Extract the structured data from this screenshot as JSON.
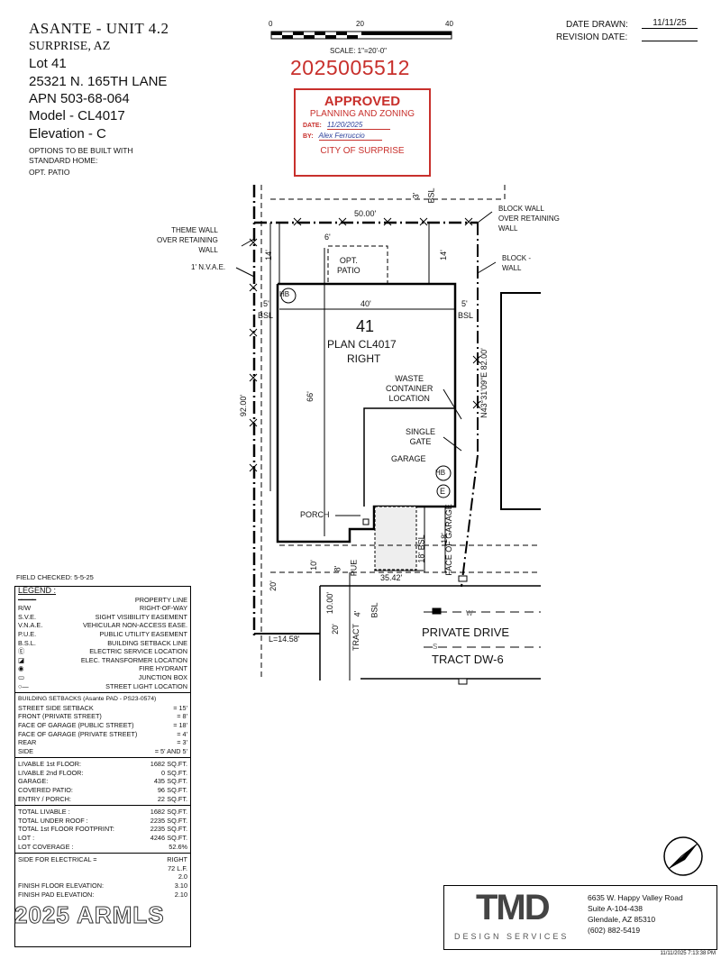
{
  "header": {
    "title": "ASANTE - UNIT 4.2",
    "city": "SURPRISE, AZ",
    "lot": "Lot  41",
    "address": "25321 N. 165TH LANE",
    "apn": "APN  503-68-064",
    "model": "Model - CL4017",
    "elevation": "Elevation - C",
    "options_line1": "OPTIONS TO BE BUILT WITH",
    "options_line2": "STANDARD HOME:",
    "options_line3": "OPT.  PATIO"
  },
  "meta": {
    "date_drawn_label": "DATE DRAWN:",
    "date_drawn_value": "11/11/25",
    "revision_label": "REVISION DATE:",
    "revision_value": ""
  },
  "scale": {
    "ticks": [
      "0",
      "20",
      "40"
    ],
    "label": "SCALE:  1\"=20'-0\""
  },
  "permit_number": "2025005512",
  "stamp": {
    "approved": "APPROVED",
    "dept": "PLANNING AND ZONING",
    "date_label": "DATE:",
    "date_value": "11/20/2025",
    "by_label": "BY:",
    "by_value": "Alex Ferruccio",
    "city": "CITY OF SURPRISE"
  },
  "plan": {
    "lot_number": "41",
    "plan_name": "PLAN CL4017",
    "orientation": "RIGHT",
    "top_width": "50.00'",
    "house_width": "40'",
    "house_depth": "66'",
    "side_depth": "92.00'",
    "right_bearing": "N43°31'09\"E 82.00'",
    "rear_setback_top": "3'",
    "rear_bsl": "BSL",
    "left_14": "14'",
    "right_14": "14'",
    "patio_6": "6'",
    "opt_patio": "OPT.\nPATIO",
    "left_5": "5'",
    "right_5": "5'",
    "bsl_left": "BSL",
    "bsl_right": "BSL",
    "hb": "HB",
    "e": "E",
    "waste": "WASTE\nCONTAINER\nLOCATION",
    "single_gate": "SINGLE\nGATE",
    "garage": "GARAGE",
    "porch": "PORCH",
    "theme_wall": "THEME WALL\nOVER RETAINING\nWALL",
    "nvae": "1' N.V.A.E.",
    "block_wall_retaining": "BLOCK WALL\nOVER RETAINING\nWALL",
    "block_wall": "BLOCK -\nWALL",
    "front_10": "10'",
    "front_8": "8'",
    "pue": "PUE",
    "bsl18": "18' BSL",
    "face_garage": "FACE OF GARAGE",
    "dim_18": "18'",
    "dim_3542": "35.42'",
    "dim_20": "20'",
    "dim_1000": "10.00'",
    "dim_4": "4'",
    "bsl_front": "BSL",
    "dim_20b": "20'",
    "tract": "TRACT",
    "curve": "L=14.58'",
    "private_drive": "PRIVATE DRIVE",
    "tract_dw": "TRACT DW-6",
    "w": "W",
    "s": "S"
  },
  "field_checked": "FIELD CHECKED: 5-5-25",
  "legend": {
    "title": "LEGEND :",
    "items": [
      {
        "abbr": "",
        "desc": "PROPERTY LINE"
      },
      {
        "abbr": "R/W",
        "desc": "RIGHT-OF-WAY"
      },
      {
        "abbr": "S.V.E.",
        "desc": "SIGHT VISIBILITY EASEMENT"
      },
      {
        "abbr": "V.N.A.E.",
        "desc": "VEHICULAR NON-ACCESS EASE."
      },
      {
        "abbr": "P.U.E.",
        "desc": "PUBLIC UTILITY EASEMENT"
      },
      {
        "abbr": "B.S.L.",
        "desc": "BUILDING SETBACK LINE"
      },
      {
        "abbr": "Ⓔ",
        "desc": "ELECTRIC SERVICE LOCATION"
      },
      {
        "abbr": "◪",
        "desc": "ELEC. TRANSFORMER LOCATION"
      },
      {
        "abbr": "◉",
        "desc": "FIRE HYDRANT"
      },
      {
        "abbr": "▭",
        "desc": "JUNCTION BOX"
      },
      {
        "abbr": "○—",
        "desc": "STREET LIGHT LOCATION"
      }
    ],
    "setbacks_title": "BUILDING SETBACKS (Asante PAD - PS23-0574)",
    "setbacks": [
      {
        "label": "STREET SIDE SETBACK",
        "value": "= 15'"
      },
      {
        "label": "FRONT (PRIVATE STREET)",
        "value": "= 8'"
      },
      {
        "label": "FACE OF GARAGE (PUBLIC STREET)",
        "value": "= 18'"
      },
      {
        "label": "FACE OF GARAGE (PRIVATE STREET)",
        "value": "= 4'"
      },
      {
        "label": "REAR",
        "value": "= 3'"
      },
      {
        "label": "SIDE",
        "value": "= 5' AND 5'"
      }
    ],
    "areas": [
      {
        "label": "LIVABLE 1st FLOOR:",
        "value": "1682",
        "unit": "SQ.FT."
      },
      {
        "label": "LIVABLE 2nd FLOOR:",
        "value": "0",
        "unit": "SQ.FT."
      },
      {
        "label": "GARAGE:",
        "value": "435",
        "unit": "SQ.FT."
      },
      {
        "label": "COVERED PATIO:",
        "value": "96",
        "unit": "SQ.FT."
      },
      {
        "label": "ENTRY / PORCH:",
        "value": "22",
        "unit": "SQ.FT."
      }
    ],
    "totals": [
      {
        "label": "TOTAL LIVABLE :",
        "value": "1682",
        "unit": "SQ.FT."
      },
      {
        "label": "TOTAL UNDER ROOF :",
        "value": "2235",
        "unit": "SQ.FT."
      },
      {
        "label": "TOTAL 1st FLOOR FOOTPRINT:",
        "value": "2235",
        "unit": "SQ.FT."
      },
      {
        "label": "LOT :",
        "value": "4246",
        "unit": "SQ.FT."
      },
      {
        "label": "LOT COVERAGE :",
        "value": "52.6%",
        "unit": ""
      }
    ],
    "electrical": [
      {
        "label": "SIDE FOR ELECTRICAL =",
        "value": "RIGHT"
      },
      {
        "label": "",
        "value": "72 L.F."
      },
      {
        "label": "",
        "value": "2.0"
      },
      {
        "label": "FINISH FLOOR ELEVATION:",
        "value": "3.10"
      },
      {
        "label": "FINISH PAD ELEVATION:",
        "value": "2.10"
      }
    ]
  },
  "titleblock": {
    "logo": "TMD",
    "sub": "DESIGN SERVICES",
    "addr1": "6635 W. Happy Valley Road",
    "addr2": "Suite A-104-438",
    "addr3": "Glendale, AZ 85310",
    "addr4": "(602) 882-5419"
  },
  "watermark": "2025 ARMLS",
  "footer_timestamp": "11/11/2025 7:13:38 PM"
}
